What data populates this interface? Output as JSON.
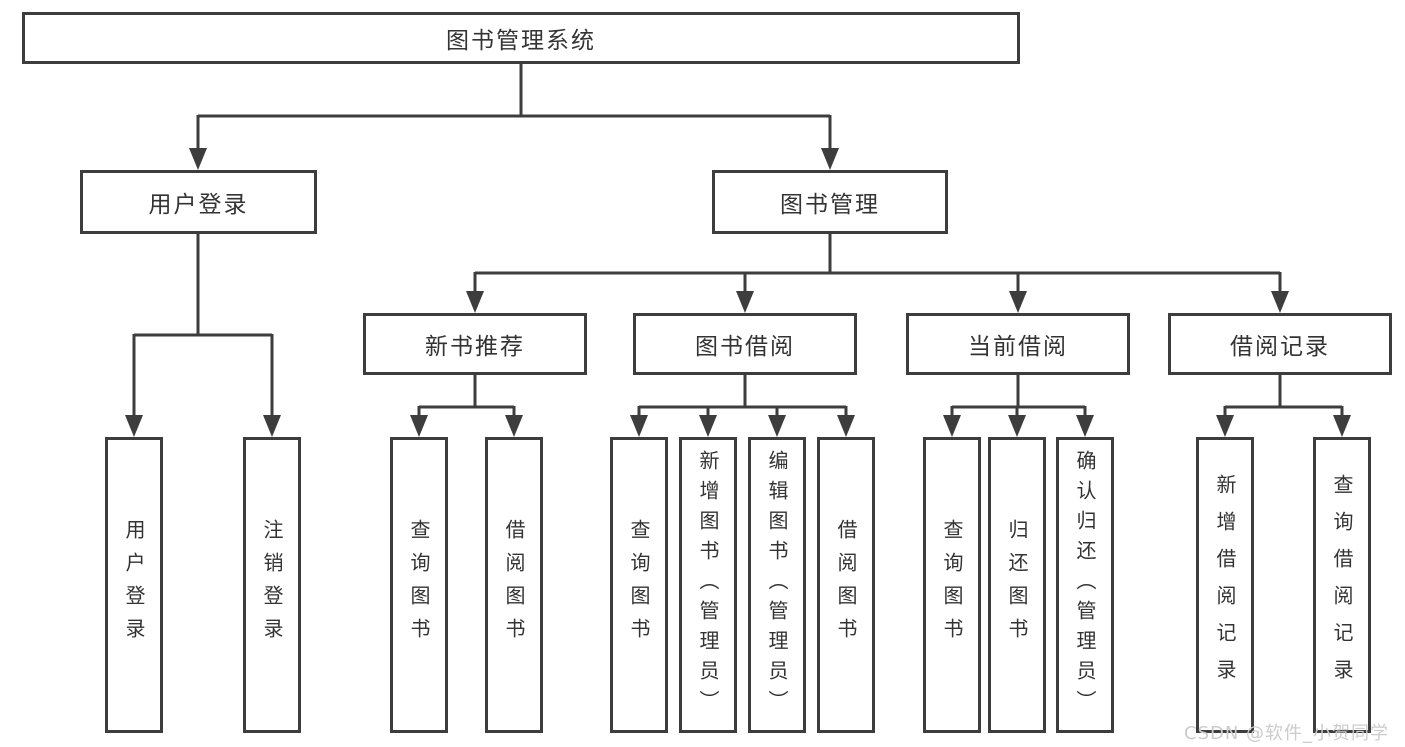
{
  "diagram": {
    "tree": {
      "label": "图书管理系统",
      "children": [
        {
          "label": "用户登录",
          "children": [
            {
              "label": "用户登录"
            },
            {
              "label": "注销登录"
            }
          ]
        },
        {
          "label": "图书管理",
          "children": [
            {
              "label": "新书推荐",
              "children": [
                {
                  "label": "查询图书"
                },
                {
                  "label": "借阅图书"
                }
              ]
            },
            {
              "label": "图书借阅",
              "children": [
                {
                  "label": "查询图书"
                },
                {
                  "label": "新增图书（管理员）"
                },
                {
                  "label": "编辑图书（管理员）"
                },
                {
                  "label": "借阅图书"
                }
              ]
            },
            {
              "label": "当前借阅",
              "children": [
                {
                  "label": "查询图书"
                },
                {
                  "label": "归还图书"
                },
                {
                  "label": "确认归还（管理员）"
                }
              ]
            },
            {
              "label": "借阅记录",
              "children": [
                {
                  "label": "新增借阅记录"
                },
                {
                  "label": "查询借阅记录"
                }
              ]
            }
          ]
        }
      ]
    },
    "watermark": "CSDN @软件_小贺同学"
  },
  "colors": {
    "line": "#3d3d3d",
    "text": "#333333",
    "watermark": "#cccccc",
    "bg": "#ffffff"
  }
}
